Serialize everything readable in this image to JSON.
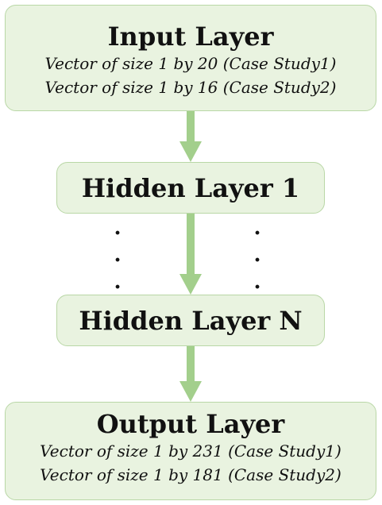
{
  "input_layer": {
    "title": "Input Layer",
    "lines": [
      "Vector of size 1 by 20 (Case Study1)",
      "Vector of size 1 by 16 (Case Study2)"
    ]
  },
  "hidden_layers": [
    {
      "title": "Hidden Layer 1"
    },
    {
      "title": "Hidden Layer N"
    }
  ],
  "ellipsis": ".",
  "output_layer": {
    "title": "Output Layer",
    "lines": [
      "Vector of size 1 by 231 (Case Study1)",
      "Vector of size 1 by 181 (Case Study2)"
    ]
  },
  "colors": {
    "box_fill": "#e9f3e0",
    "box_border": "#b9d7a6",
    "arrow": "#a3cf8c"
  }
}
